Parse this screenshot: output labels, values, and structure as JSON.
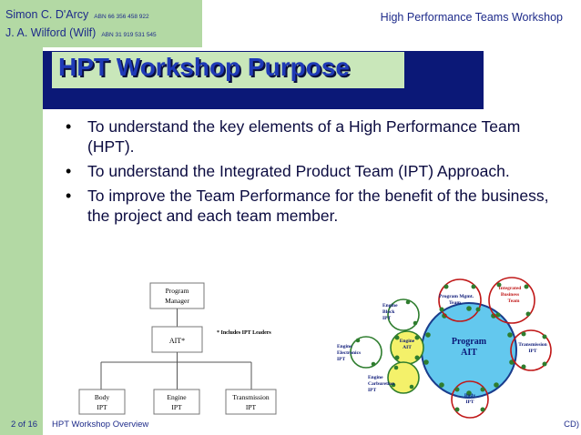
{
  "header": {
    "presenter1_name": "Simon C. D'Arcy",
    "presenter1_abn": "ABN 66 356 458 922",
    "presenter2_name": "J. A. Wilford (Wilf)",
    "presenter2_abn": "ABN 31 919 531 545",
    "workshop_title": "High Performance Teams Workshop"
  },
  "slide": {
    "title": "HPT Workshop Purpose",
    "bullets": [
      "To understand the key elements of a High Performance Team (HPT).",
      "To understand the Integrated Product Team (IPT) Approach.",
      "To improve the Team Performance for the benefit of the business, the project and each team member."
    ]
  },
  "org_chart": {
    "top": [
      "Program",
      "Manager"
    ],
    "middle": "AIT*",
    "note": "* Includes IPT Leaders",
    "children": [
      [
        "Body",
        "IPT"
      ],
      [
        "Engine",
        "IPT"
      ],
      [
        "Transmission",
        "IPT"
      ]
    ]
  },
  "circle_diagram": {
    "center": [
      "Program",
      "AIT"
    ],
    "integrated": [
      "Integrated",
      "Business",
      "Team"
    ],
    "program_mgmt": [
      "Program Mgmt.",
      "Team"
    ],
    "engine_block": [
      "Engine",
      "Block",
      "IPT"
    ],
    "engine_ait": [
      "Engine",
      "AIT"
    ],
    "engine_electronics": [
      "Engine",
      "Electronics",
      "IPT"
    ],
    "engine_carburetion": [
      "Engine",
      "Carburetion",
      "IPT"
    ],
    "transmission": [
      "Transmission",
      "IPT"
    ],
    "body": [
      "Body",
      "IPT"
    ]
  },
  "footer": {
    "page": "2 of 16",
    "text": "HPT Workshop Overview",
    "right": "CD)"
  },
  "colors": {
    "green": "#b3d9a4",
    "navy": "#0b1877",
    "title_blue": "#1f3ab7",
    "center_circle": "#63c8ee",
    "circle_yellow": "#f4f16a",
    "ring_red": "#c01818",
    "ring_green": "#3a8a3a"
  }
}
